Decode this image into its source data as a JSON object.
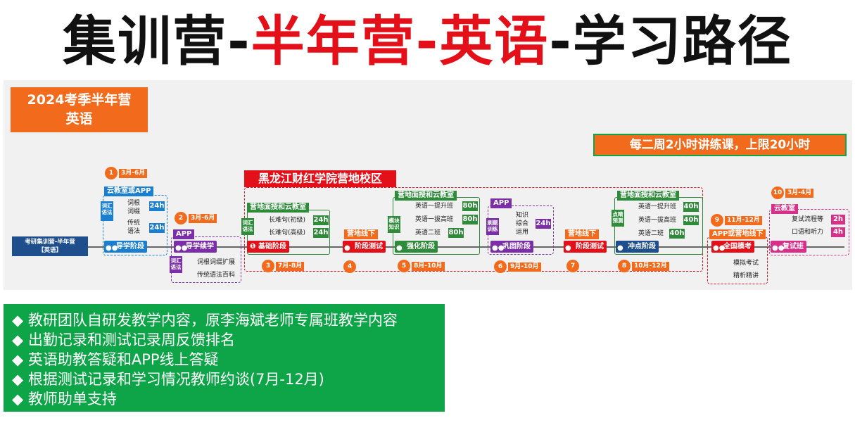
{
  "title": {
    "part1": "集训营-",
    "part2": "半年营-英语",
    "part3": "-学习路径"
  },
  "badge": {
    "line1": "2024考季半年营",
    "line2": "英语"
  },
  "note": "每二周2小时讲练课，上限20小时",
  "campus": "黑龙江财红学院营地校区",
  "start": {
    "line1": "考研集训营-半年营",
    "line2": "【英语】"
  },
  "stages": [
    {
      "num": "1",
      "date": "3月-6月",
      "label": "导学阶段",
      "header": "云教室或APP",
      "side": "词汇\n语法",
      "items": [
        "词根\n词缀",
        "传统\n语法"
      ],
      "hours": [
        "24h",
        "24h"
      ]
    },
    {
      "num": "2",
      "date": "3月-6月",
      "label": "导学续学",
      "header": "APP",
      "side": "词汇\n语法",
      "items": [
        "词根词缀扩展",
        "传统语法百科"
      ]
    },
    {
      "num": "3",
      "date": "7月-8月",
      "label": "❶ 基础阶段",
      "header": "营地面授和云教室",
      "side": "词汇\n语法",
      "items": [
        "长难句(初级)",
        "长难句(高级)"
      ],
      "hours": [
        "24h",
        "24h"
      ]
    },
    {
      "num": "4",
      "label": "阶段测试",
      "header": "营地线下"
    },
    {
      "num": "5",
      "date": "8月-10月",
      "label": "强化阶段",
      "header": "营地面授和云教室",
      "side": "模块\n知识",
      "items": [
        "英语一提升班",
        "英语一拔高班",
        "英语二班"
      ],
      "hours": [
        "80h",
        "80h",
        "80h"
      ]
    },
    {
      "num": "6",
      "date": "9月-10月",
      "label": "巩固阶段",
      "header": "APP",
      "side": "刷题\n训练",
      "items": [
        "知识\n综合\n运用"
      ],
      "hours": [
        "24h"
      ]
    },
    {
      "num": "7",
      "label": "阶段测试",
      "header": "营地线下"
    },
    {
      "num": "8",
      "date": "10月-12月",
      "label": "冲点阶段",
      "header": "营地面授和云教室",
      "side": "点睛\n预测",
      "items": [
        "英语一提升班",
        "英语一拔高班",
        "英语二班"
      ],
      "hours": [
        "40h",
        "40h",
        "40h"
      ]
    },
    {
      "num": "9",
      "date": "11月-12月",
      "label": "全国模考",
      "header": "APP或营地线下",
      "items": [
        "模拟考试",
        "精析精讲"
      ]
    },
    {
      "num": "10",
      "date": "3月-4月",
      "label": "复试班",
      "header": "云教室",
      "items": [
        "复试流程等",
        "口语和听力"
      ],
      "hours": [
        "2h",
        "4h"
      ]
    }
  ],
  "bullets": [
    "◆ 教研团队自研发教学内容，原李海斌老师专属班教学内容",
    "◆ 出勤记录和测试记录周反馈排名",
    "◆ 英语助教答疑和APP线上答疑",
    "◆ 根据测试记录和学习情况教师约谈(7月-12月)",
    "◆ 教师助单支持"
  ],
  "colors": {
    "orange": "#f26b1d",
    "red": "#e3101a",
    "blue": "#1a7fd0",
    "purple": "#7a2ea8",
    "green": "#2e8b3a",
    "pink": "#d8308a",
    "navy": "#1f4e8c",
    "bullet_bg": "#0ea548"
  }
}
